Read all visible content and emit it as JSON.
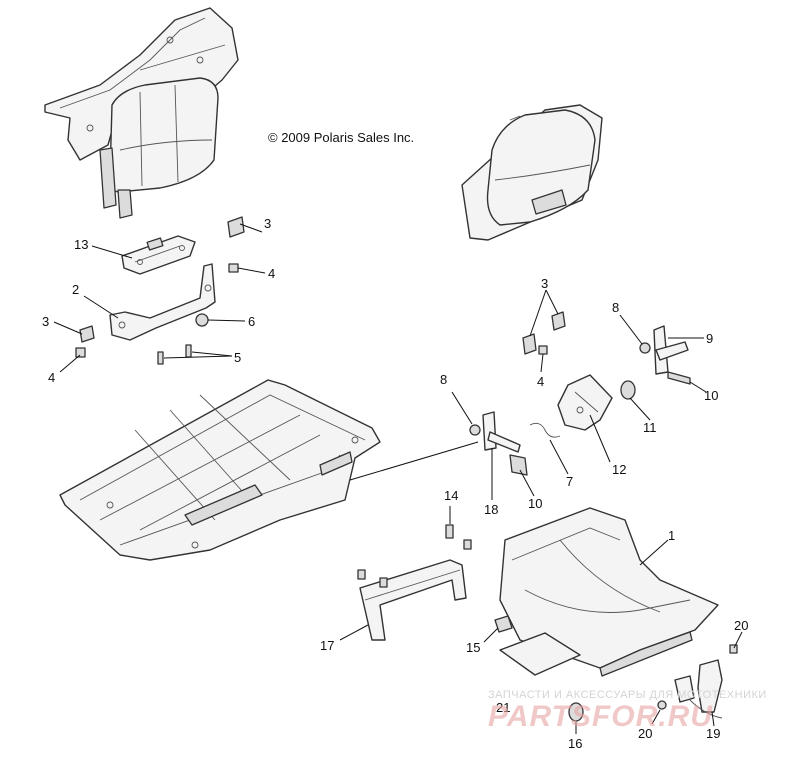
{
  "copyright": "© 2009 Polaris Sales Inc.",
  "callouts": {
    "c1": "1",
    "c2": "2",
    "c3a": "3",
    "c3b": "3",
    "c3c": "3",
    "c4a": "4",
    "c4b": "4",
    "c4c": "4",
    "c5": "5",
    "c6": "6",
    "c7": "7",
    "c8a": "8",
    "c8b": "8",
    "c9": "9",
    "c10a": "10",
    "c10b": "10",
    "c11": "11",
    "c12": "12",
    "c13": "13",
    "c14": "14",
    "c15": "15",
    "c16": "16",
    "c17": "17",
    "c18": "18",
    "c19": "19",
    "c20a": "20",
    "c20b": "20",
    "c21": "21"
  },
  "watermark": {
    "caption": "ЗАПЧАСТИ И АКСЕССУАРЫ ДЛЯ МОТОТЕХНИКИ",
    "brand": "PARTSFOR.RU"
  },
  "colors": {
    "line": "#333333",
    "watermark": "#e6a4a4"
  }
}
